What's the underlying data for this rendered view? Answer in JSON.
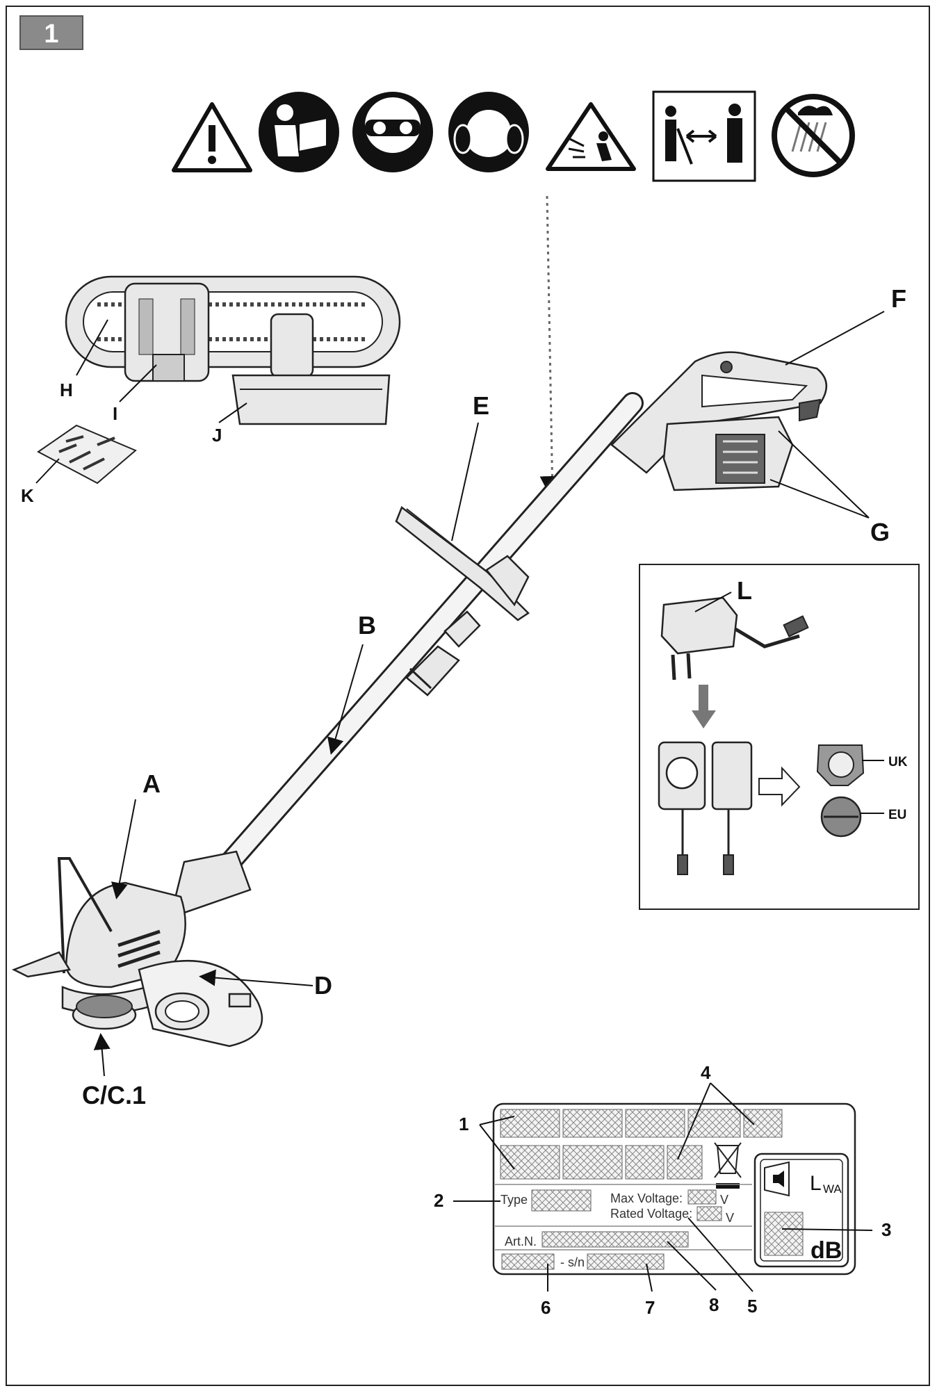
{
  "page": {
    "number": "1"
  },
  "parts": {
    "A": "A",
    "B": "B",
    "C": "C/C.1",
    "D": "D",
    "E": "E",
    "F": "F",
    "G": "G",
    "H": "H",
    "I": "I",
    "J": "J",
    "K": "K",
    "L": "L"
  },
  "plugs": {
    "uk": "UK",
    "eu": "EU"
  },
  "rating_plate": {
    "type_label": "Type",
    "max_voltage_label": "Max Voltage:",
    "rated_voltage_label": "Rated Voltage:",
    "voltage_unit": "V",
    "art_label": "Art.N.",
    "sn_label": "- s/n",
    "lwa_label": "L",
    "lwa_sub": "WA",
    "db_label": "dB"
  },
  "callouts": [
    "1",
    "2",
    "3",
    "4",
    "5",
    "6",
    "7",
    "8"
  ],
  "safety_icons": [
    "warning-triangle-icon",
    "read-manual-icon",
    "eye-protection-icon",
    "ear-protection-icon",
    "flying-debris-icon",
    "keep-distance-icon",
    "no-rain-icon"
  ]
}
